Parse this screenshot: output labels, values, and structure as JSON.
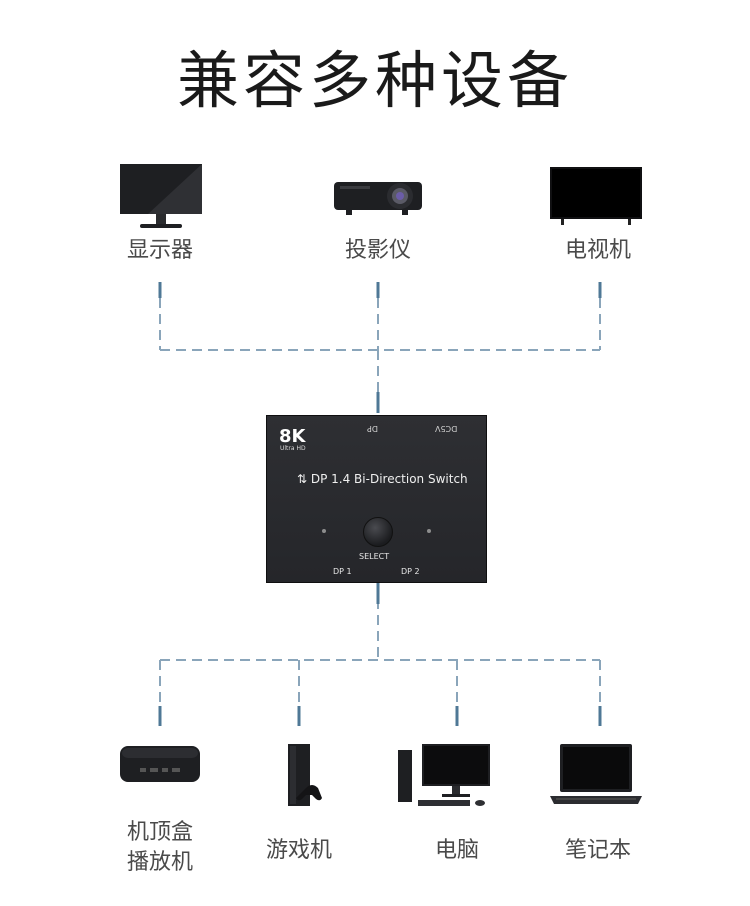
{
  "title": "兼容多种设备",
  "top_devices": [
    {
      "label": "显示器",
      "icon": "monitor-icon"
    },
    {
      "label": "投影仪",
      "icon": "projector-icon"
    },
    {
      "label": "电视机",
      "icon": "tv-icon"
    }
  ],
  "switch": {
    "badge": "8K",
    "badge_sub": "Ultra HD",
    "port_dp_top": "DP",
    "port_power": "DC5V",
    "name": "⇅ DP 1.4 Bi-Direction Switch",
    "button_label": "SELECT",
    "port_dp1": "DP 1",
    "port_dp2": "DP 2"
  },
  "bottom_devices": [
    {
      "label_line1": "机顶盒",
      "label_line2": "播放机",
      "icon": "set-top-box-icon"
    },
    {
      "label_line1": "游戏机",
      "icon": "game-console-icon"
    },
    {
      "label_line1": "电脑",
      "icon": "desktop-computer-icon"
    },
    {
      "label_line1": "笔记本",
      "icon": "laptop-icon"
    }
  ],
  "colors": {
    "connector_dash": "#6e8fa8",
    "device_dark": "#1e1f22",
    "text": "#4a4a4a"
  }
}
